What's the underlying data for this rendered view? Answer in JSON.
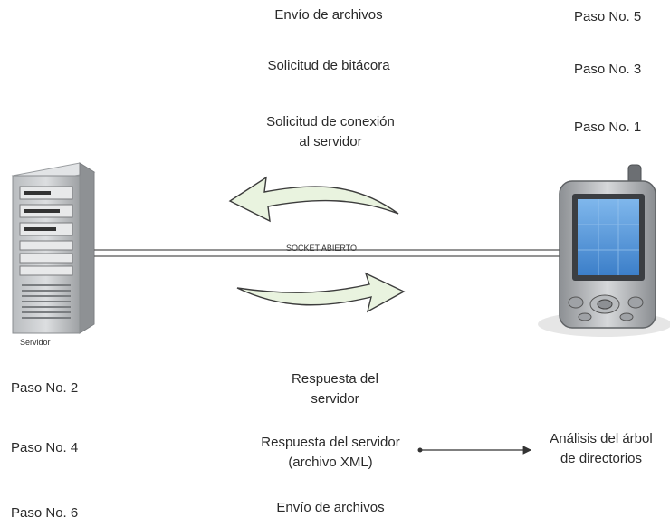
{
  "top_messages": {
    "row1_text": "Envío de archivos",
    "row1_step": "Paso No. 5",
    "row2_text": "Solicitud de bitácora",
    "row2_step": "Paso No. 3",
    "row3_text_line1": "Solicitud de conexión",
    "row3_text_line2": "al servidor",
    "row3_step": "Paso No. 1"
  },
  "server": {
    "label": "Servidor",
    "icon": "server-tower-icon"
  },
  "device": {
    "icon": "pda-handheld-icon"
  },
  "socket": {
    "label": "SOCKET ABIERTO"
  },
  "bottom_messages": {
    "row1_step": "Paso No. 2",
    "row1_text_line1": "Respuesta del",
    "row1_text_line2": "servidor",
    "row2_step": "Paso No. 4",
    "row2_text_line1": "Respuesta del servidor",
    "row2_text_line2": "(archivo XML)",
    "row2_result_line1": "Análisis del árbol",
    "row2_result_line2": "de directorios",
    "row3_step": "Paso No. 6",
    "row3_text": "Envío de archivos"
  },
  "colors": {
    "arrow_fill": "#e9f3df",
    "arrow_stroke": "#3c3c3c",
    "server_body": "#c9cbcd",
    "screen_blue": "#4b90d6"
  }
}
